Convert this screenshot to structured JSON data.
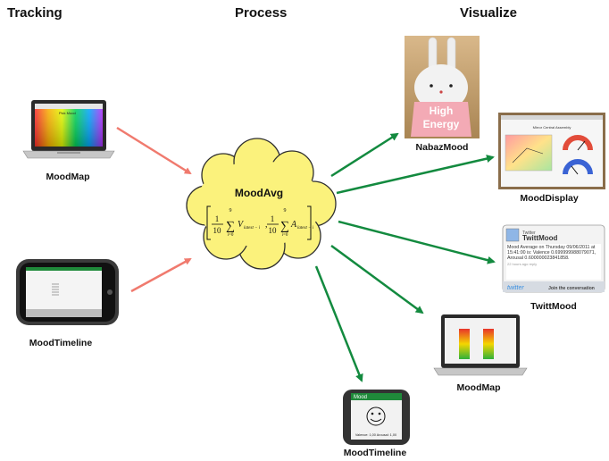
{
  "headers": {
    "tracking": "Tracking",
    "process": "Process",
    "visualize": "Visualize"
  },
  "inputs": {
    "moodmap_label": "MoodMap",
    "moodmap_screen_title": "Pick Mood",
    "moodtimeline_label": "MoodTimeline"
  },
  "process": {
    "title": "MoodAvg",
    "formula": {
      "frac_num": "1",
      "frac_den": "10",
      "sum_upper": "9",
      "sum_lower": "i=0",
      "term_v": "V",
      "term_v_sub": "latest − i",
      "term_a": "A",
      "term_a_sub": "latest − i"
    }
  },
  "outputs": {
    "nabaz": {
      "label": "NabazMood",
      "screen_line1": "High",
      "screen_line2": "Energy"
    },
    "display": {
      "label": "MoodDisplay",
      "screen_title": "Mirror Central Assembly"
    },
    "twitt": {
      "label": "TwittMood",
      "brand": "Twitter",
      "name": "TwittMood",
      "text": "Mood Average on Thursday 09/06/2011 at 15:41:00 is: Valence 0.699999988079071, Arousal 0.600000023841858.",
      "time": "22 hours ago reply",
      "logo": "twitter",
      "cta": "Join the conversation"
    },
    "moodmap": {
      "label": "MoodMap"
    },
    "timeline": {
      "label": "MoodTimeline",
      "app_title": "Mood",
      "status": "Valence: 1,00   Arousal: 1,00"
    }
  },
  "colors": {
    "input_arrow": "#f07a6e",
    "output_arrow": "#138a3f",
    "cloud_fill": "#fbf27c",
    "cloud_stroke": "#2f2f2f"
  }
}
